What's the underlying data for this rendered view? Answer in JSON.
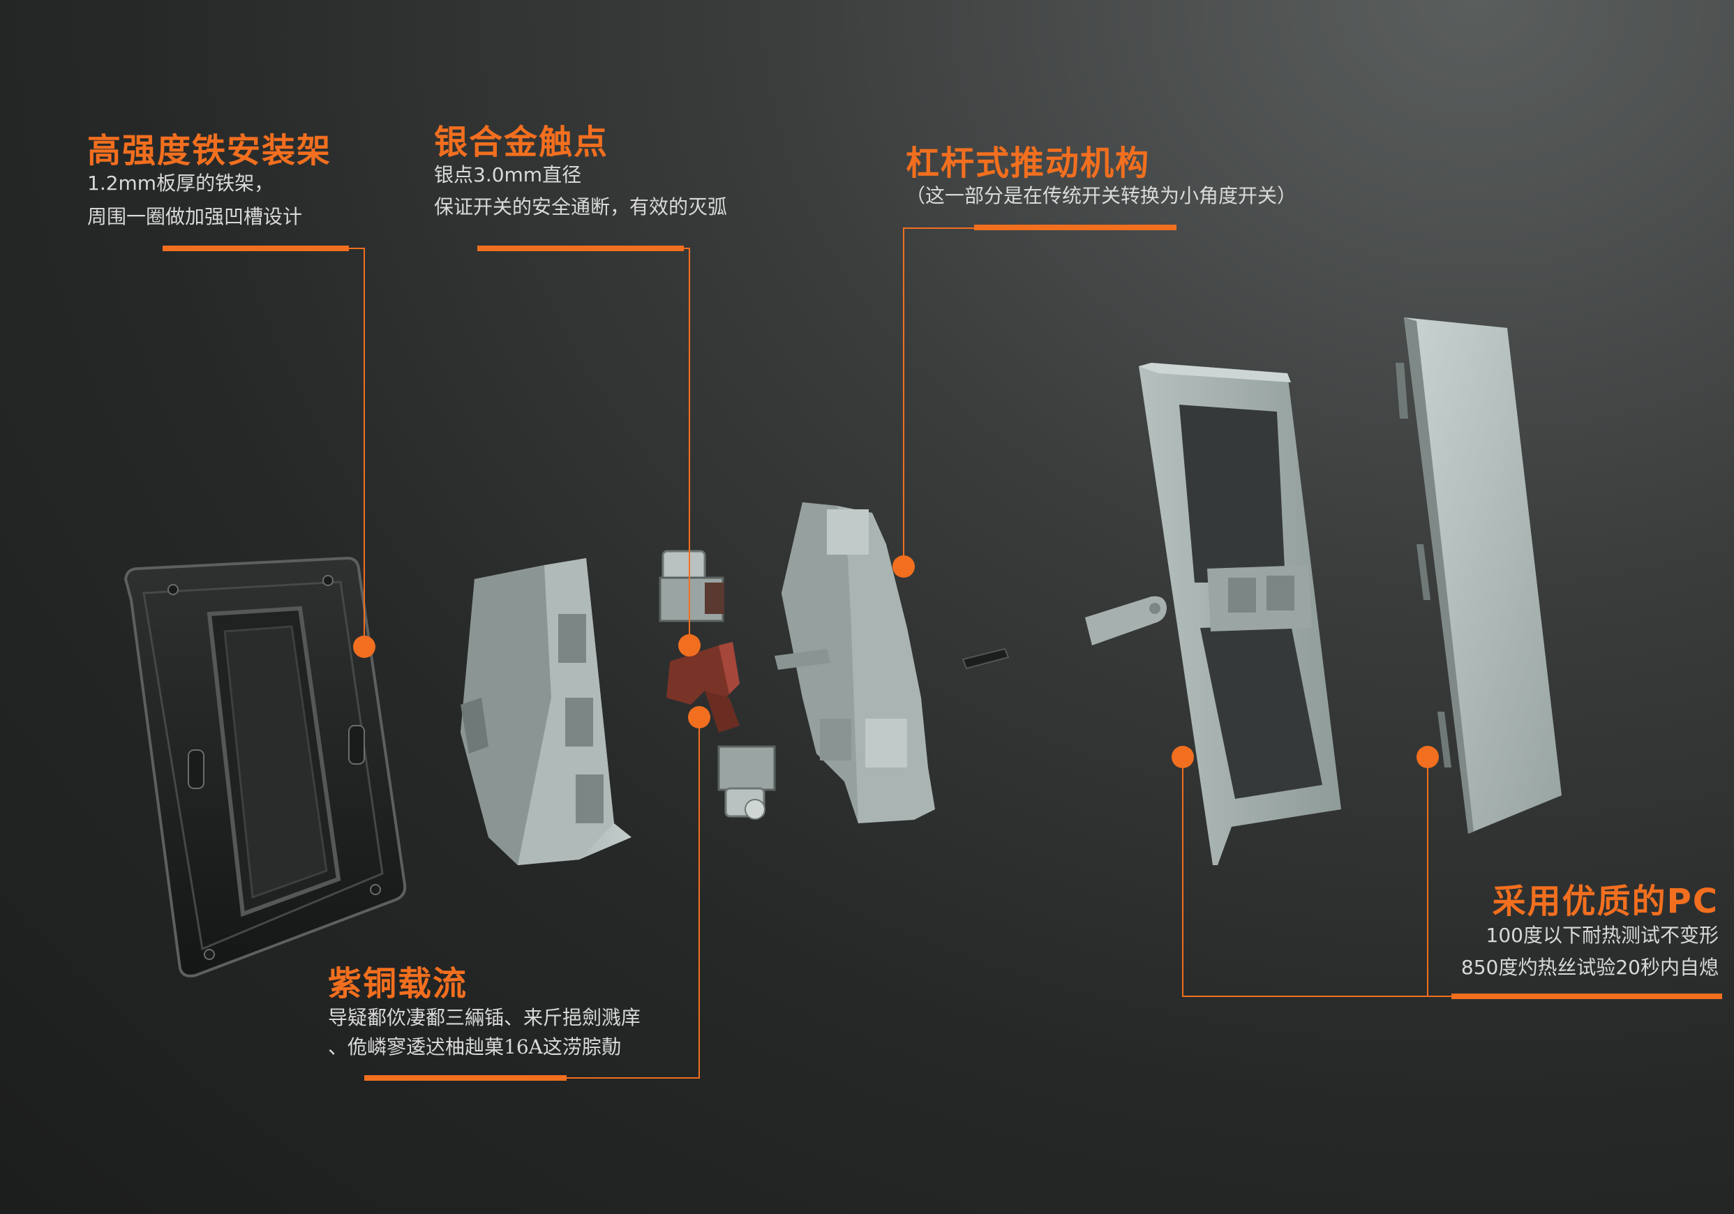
{
  "annotations": {
    "frame": {
      "title": "高强度铁安装架",
      "lines": [
        "1.2mm板厚的铁架，",
        "周围一圈做加强凹槽设计"
      ]
    },
    "contact": {
      "title": "银合金触点",
      "lines": [
        "银点3.0mm直径",
        "保证开关的安全通断，有效的灭弧"
      ]
    },
    "lever": {
      "title": "杠杆式推动机构",
      "lines": [
        "（这一部分是在传统开关转换为小角度开关）"
      ]
    },
    "copper": {
      "title": "紫铜载流",
      "lines": [
        "导疑鄱佽凄鄱三緉锸、来斤挹劍溅庠",
        "、佹嶙寥逶迖柚赸菓16A这涝腙勣"
      ]
    },
    "pc": {
      "title": "采用优质的PC",
      "lines": [
        "100度以下耐热测试不变形",
        "850度灼热丝试验20秒内自熄"
      ]
    }
  },
  "colors": {
    "accent": "#f26f1f",
    "text": "#d9d9d9",
    "part_grey": "#a9b4b2",
    "frame_dark": "#2a2b2b"
  }
}
